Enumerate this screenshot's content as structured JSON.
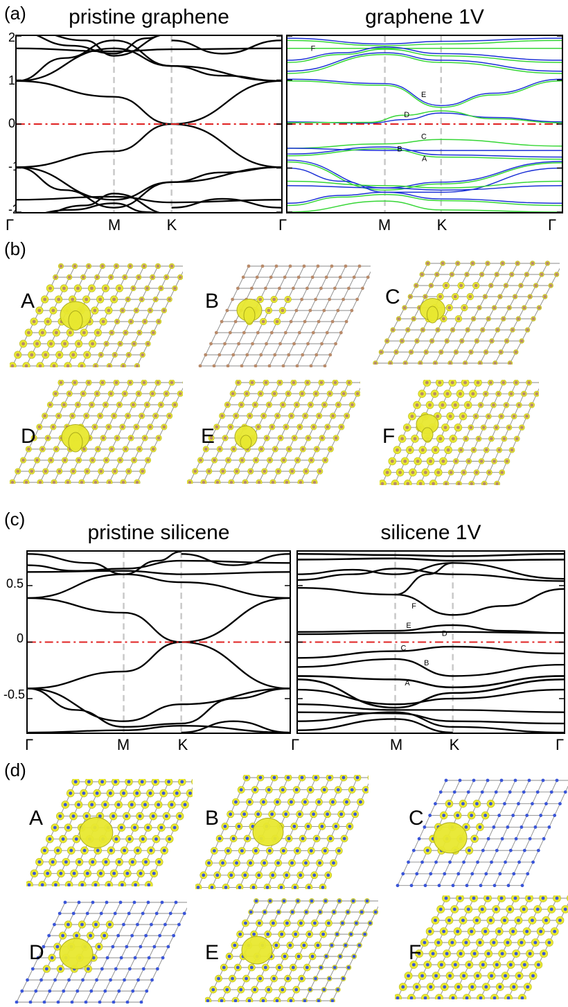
{
  "panels": {
    "a": "(a)",
    "b": "(b)",
    "c": "(c)",
    "d": "(d)"
  },
  "colors": {
    "band_black": "#000000",
    "band_blue": "#1a2fd6",
    "band_green": "#35d635",
    "fermi": "#e02020",
    "kline": "#c8c8c8",
    "density": "#e8e830",
    "carbon": "#b88a6a",
    "silicon": "#3a55d8"
  },
  "graphene": {
    "left_title": "pristine graphene",
    "right_title": "graphene 1V",
    "yticks": [
      "2",
      "1",
      "0",
      "-1",
      "-2"
    ],
    "ylim": [
      -2,
      2
    ],
    "kpoints": [
      "Γ",
      "M",
      "K",
      "Γ"
    ],
    "band_labels": [
      "F",
      "E",
      "D",
      "C",
      "B",
      "A"
    ]
  },
  "silicene": {
    "left_title": "pristine silicene",
    "right_title": "silicene 1V",
    "yticks": [
      "0.5",
      "0",
      "-0.5"
    ],
    "ylim": [
      -0.8,
      0.8
    ],
    "kpoints": [
      "Γ",
      "M",
      "K",
      "Γ"
    ],
    "band_labels": [
      "F",
      "E",
      "D",
      "C",
      "B",
      "A"
    ]
  },
  "graphene_states": [
    "A",
    "B",
    "C",
    "D",
    "E",
    "F"
  ],
  "silicene_states": [
    "A",
    "B",
    "C",
    "D",
    "E",
    "F"
  ]
}
